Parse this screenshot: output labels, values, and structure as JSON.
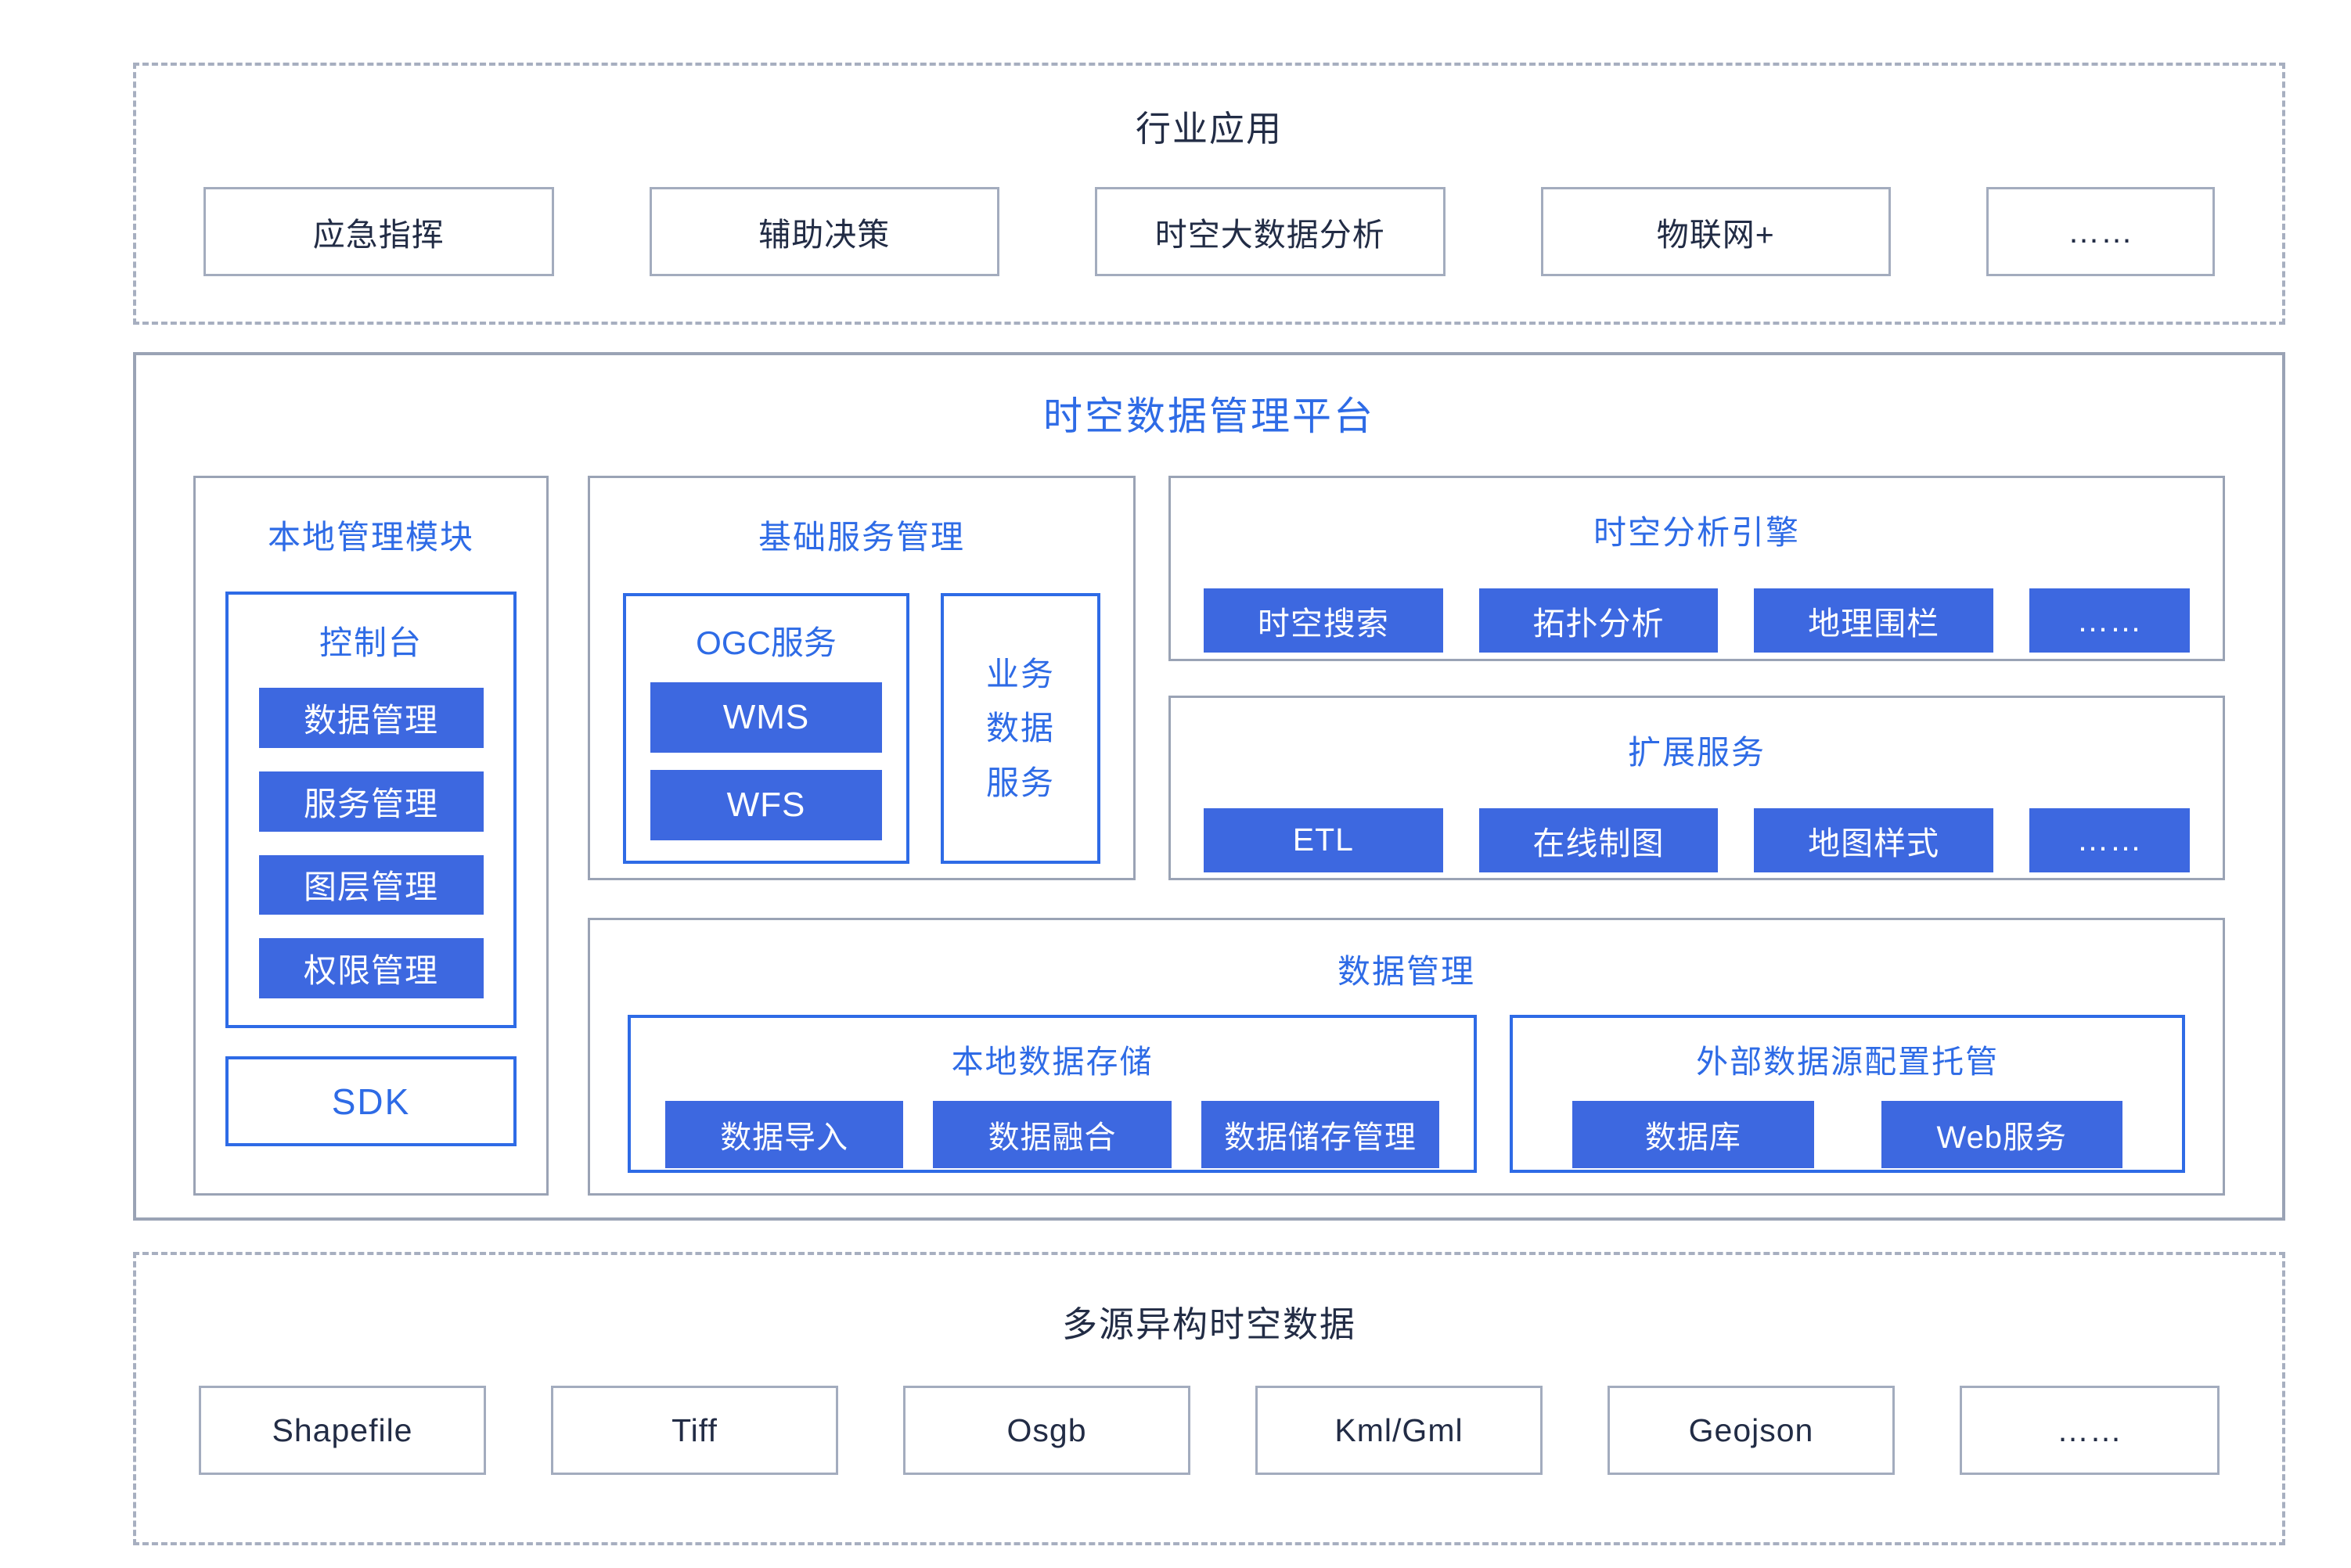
{
  "colors": {
    "blue_text": "#2E6BE6",
    "blue_fill": "#3D68E0",
    "dark_text": "#222C45",
    "gray_border": "#9AA3B5",
    "dash_border": "#A7AFC0",
    "background": "#FFFFFF"
  },
  "industry": {
    "title": "行业应用",
    "items": [
      "应急指挥",
      "辅助决策",
      "时空大数据分析",
      "物联网+",
      "……"
    ]
  },
  "platform": {
    "title": "时空数据管理平台",
    "local_module": {
      "title": "本地管理模块",
      "console": {
        "title": "控制台",
        "buttons": [
          "数据管理",
          "服务管理",
          "图层管理",
          "权限管理"
        ]
      },
      "sdk_label": "SDK"
    },
    "basic_service": {
      "title": "基础服务管理",
      "ogc": {
        "title": "OGC服务",
        "buttons": [
          "WMS",
          "WFS"
        ]
      },
      "business_data_service": "业务\n数据\n服务"
    },
    "analysis_engine": {
      "title": "时空分析引擎",
      "buttons": [
        "时空搜索",
        "拓扑分析",
        "地理围栏",
        "……"
      ]
    },
    "extended_service": {
      "title": "扩展服务",
      "buttons": [
        "ETL",
        "在线制图",
        "地图样式",
        "……"
      ]
    },
    "data_management": {
      "title": "数据管理",
      "local_storage": {
        "title": "本地数据存储",
        "buttons": [
          "数据导入",
          "数据融合",
          "数据储存管理"
        ]
      },
      "external_source": {
        "title": "外部数据源配置托管",
        "buttons": [
          "数据库",
          "Web服务"
        ]
      }
    }
  },
  "datasource": {
    "title": "多源异构时空数据",
    "items": [
      "Shapefile",
      "Tiff",
      "Osgb",
      "Kml/Gml",
      "Geojson",
      "……"
    ]
  }
}
